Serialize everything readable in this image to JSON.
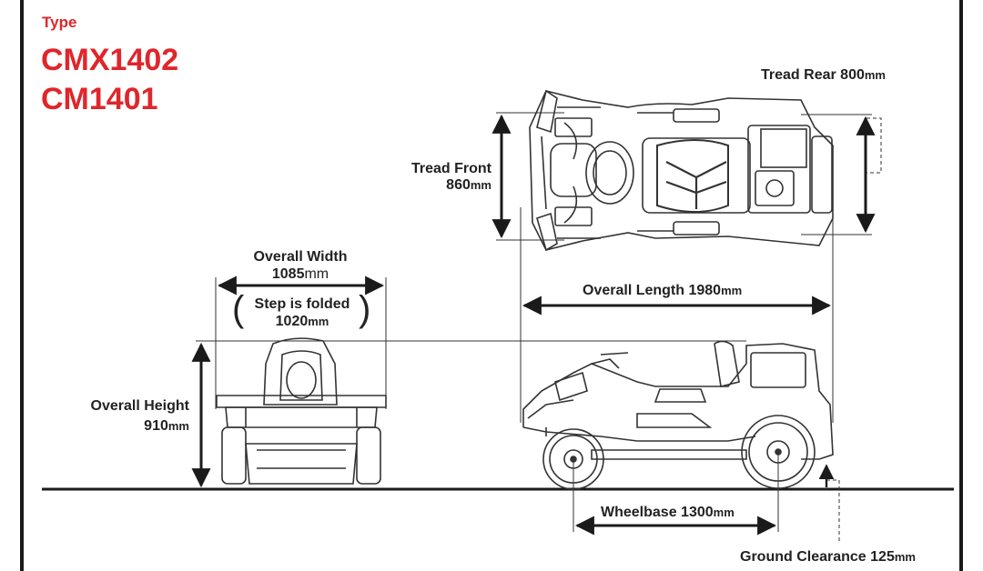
{
  "header": {
    "type_label": "Type",
    "models": [
      "CMX1402",
      "CM1401"
    ]
  },
  "dimensions": {
    "tread_rear": {
      "label": "Tread Rear",
      "value": "800",
      "unit": "mm"
    },
    "tread_front": {
      "label": "Tread Front",
      "value": "860",
      "unit": "mm"
    },
    "overall_width": {
      "label": "Overall Width",
      "value": "1085",
      "unit": "mm"
    },
    "step_folded": {
      "label": "Step is folded",
      "value": "1020",
      "unit": "mm"
    },
    "overall_length": {
      "label": "Overall Length",
      "value": "1980",
      "unit": "mm"
    },
    "overall_height": {
      "label": "Overall Height",
      "value": "910",
      "unit": "mm"
    },
    "wheelbase": {
      "label": "Wheelbase",
      "value": "1300",
      "unit": "mm"
    },
    "ground_clearance": {
      "label": "Ground Clearance",
      "value": "125",
      "unit": "mm"
    }
  },
  "colors": {
    "accent": "#e0262b",
    "ink": "#222222"
  }
}
